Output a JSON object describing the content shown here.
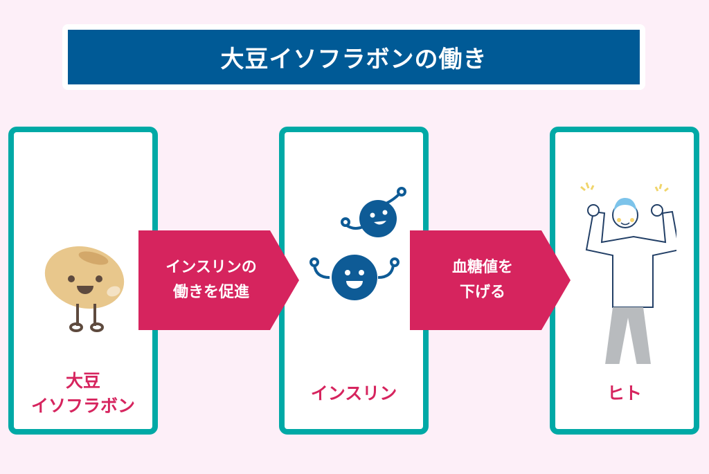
{
  "title": "大豆イソフラボンの働き",
  "cards": [
    {
      "label_line1": "大豆",
      "label_line2": "イソフラボン"
    },
    {
      "label": "インスリン"
    },
    {
      "label": "ヒト"
    }
  ],
  "arrows": [
    {
      "line1": "インスリンの",
      "line2": "働きを促進"
    },
    {
      "line1": "血糖値を",
      "line2": "下げる"
    }
  ],
  "colors": {
    "title_bg": "#005a96",
    "card_border": "#00a9a6",
    "accent": "#d6245e",
    "background": "#fdeff8"
  }
}
